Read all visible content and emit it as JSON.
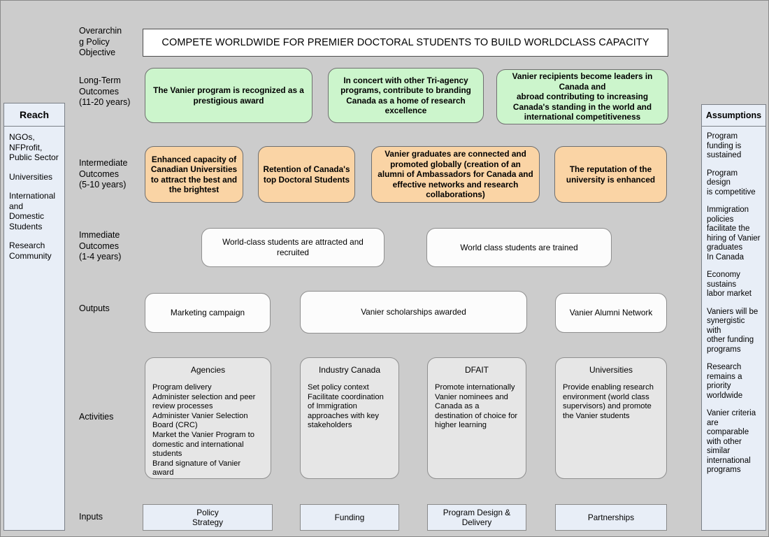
{
  "diagram": {
    "title": "Vanier Canada Graduate Scholarships Logic Model",
    "colors": {
      "background": "#cccccc",
      "long_term": "#ccf5cc",
      "intermediate": "#fad4a5",
      "immediate": "#fcfcfc",
      "outputs": "#fcfcfc",
      "activities": "#e6e6e6",
      "inputs": "#e8eef7",
      "panels": "#e8eef7"
    }
  },
  "reach": {
    "heading": "Reach",
    "items": [
      "NGOs,\nNFProfit,\nPublic Sector",
      "Universities",
      "International\nand Domestic\nStudents",
      "Research\nCommunity"
    ]
  },
  "assumptions": {
    "heading": "Assumptions",
    "items": [
      "Program\nfunding is\nsustained",
      "Program design\nis competitive",
      "Immigration\npolicies\nfacilitate the\nhiring of Vanier\ngraduates\nIn Canada",
      "Economy\nsustains\nlabor market",
      "Vaniers will be\nsynergistic with\nother funding\nprograms",
      "Research\nremains a\npriority\nworldwide",
      "Vanier criteria\nare comparable\nwith other\nsimilar\ninternational\nprograms"
    ]
  },
  "rows": {
    "objective_label": "Overarchin\ng Policy\nObjective",
    "long_term_label": "Long-Term\nOutcomes\n(11-20 years)",
    "intermediate_label": "Intermediate\nOutcomes\n(5-10 years)",
    "immediate_label": "Immediate\nOutcomes\n(1-4 years)",
    "outputs_label": "Outputs",
    "activities_label": "Activities",
    "inputs_label": "Inputs"
  },
  "objective": {
    "text": "COMPETE WORLDWIDE FOR PREMIER DOCTORAL STUDENTS TO BUILD WORLDCLASS CAPACITY"
  },
  "long_term_outcomes": [
    "The Vanier program is recognized as a prestigious award",
    "In concert with other Tri-agency programs, contribute to  branding Canada as a home of research excellence",
    "Vanier recipients  become leaders in Canada and\nabroad contributing to increasing Canada's standing in the world  and international competitiveness"
  ],
  "intermediate_outcomes": [
    "Enhanced capacity of Canadian Universities to attract the best and the brightest",
    "Retention of Canada's top Doctoral Students",
    "Vanier graduates are connected and promoted globally (creation of an alumni of Ambassadors for Canada and effective networks and research collaborations)",
    "The reputation of the university is enhanced"
  ],
  "immediate_outcomes": [
    "World-class students are attracted and recruited",
    "World class students are trained"
  ],
  "outputs": [
    "Marketing campaign",
    "Vanier scholarships awarded",
    "Vanier Alumni Network"
  ],
  "activities": [
    {
      "heading": "Agencies",
      "body": "Program delivery\nAdminister selection and peer review processes\nAdminister Vanier Selection Board (CRC)\nMarket the Vanier Program to domestic and international students\nBrand signature of Vanier award"
    },
    {
      "heading": "Industry Canada",
      "body": "Set policy context\nFacilitate coordination of Immigration approaches with key stakeholders"
    },
    {
      "heading": "DFAIT",
      "body": "Promote internationally Vanier nominees and Canada  as a destination of choice for higher learning"
    },
    {
      "heading": "Universities",
      "body": "Provide enabling research environment (world class supervisors) and promote the Vanier students"
    }
  ],
  "inputs": [
    "Policy\nStrategy",
    "Funding",
    "Program Design &\nDelivery",
    "Partnerships"
  ]
}
